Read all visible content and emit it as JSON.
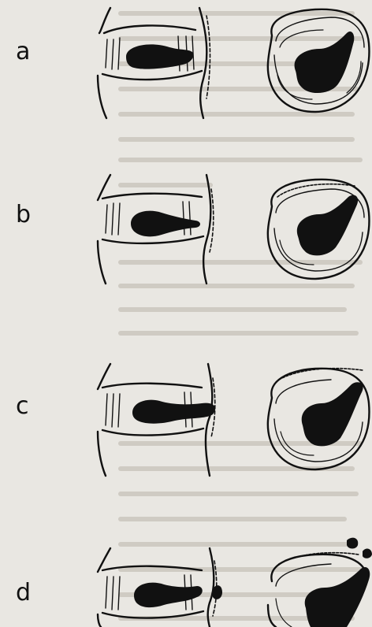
{
  "panels": [
    {
      "label": "a"
    },
    {
      "label": "b"
    },
    {
      "label": "c"
    },
    {
      "label": "d"
    }
  ],
  "colors": {
    "ink": "#111111",
    "paper": "#e9e7e2",
    "bleed": "#cfcbc3"
  }
}
